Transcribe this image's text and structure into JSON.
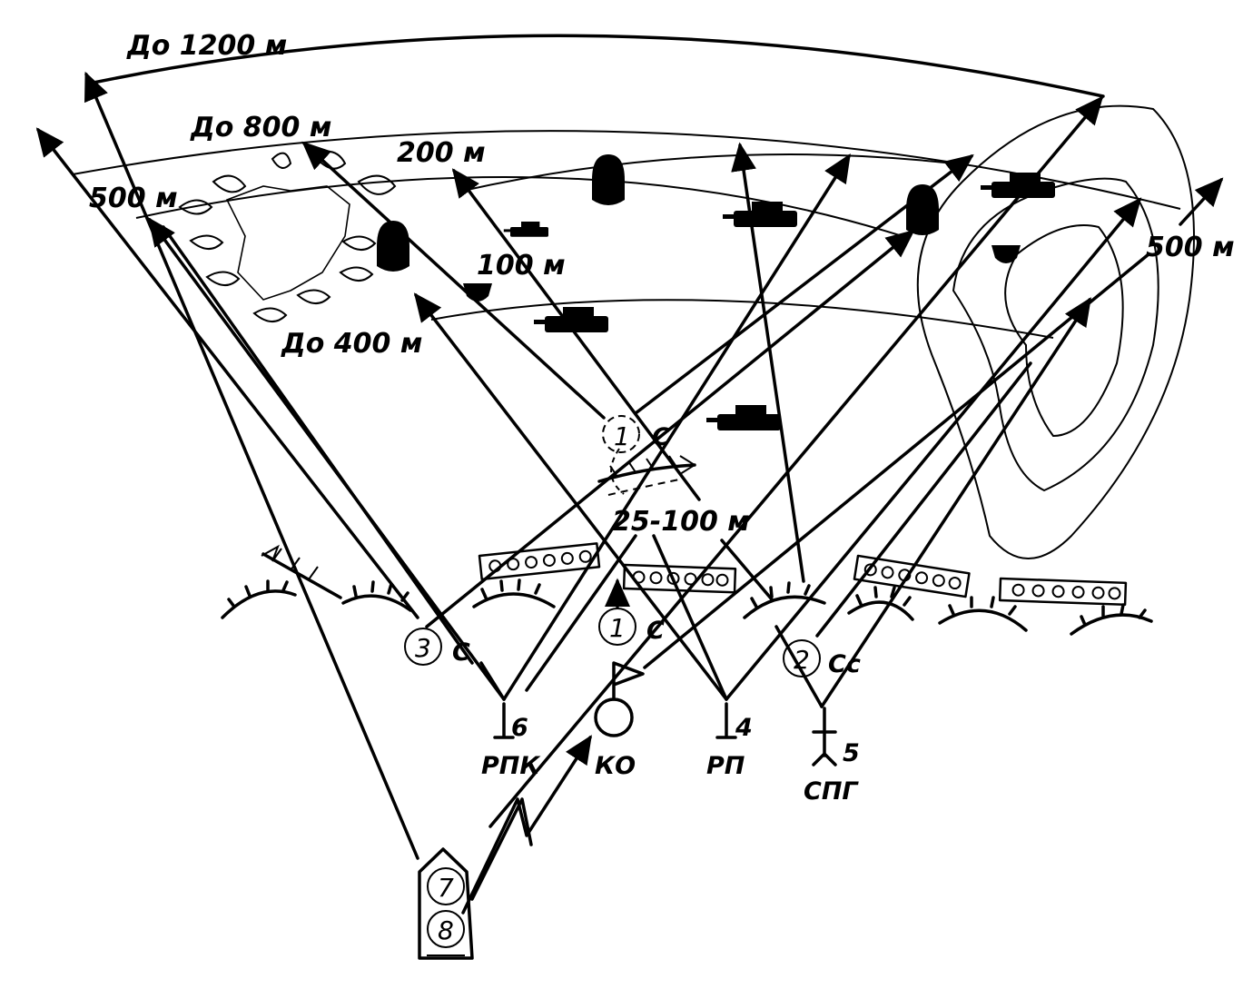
{
  "range_labels": {
    "r1200": "До 1200 м",
    "r800": "До 800 м",
    "r400": "До 400 м",
    "r500_left": "500 м",
    "r500_right": "500 м",
    "r200": "200 м",
    "r100": "100 м",
    "r25_100": "25-100 м"
  },
  "positions": {
    "p1_forward": {
      "num": "1",
      "tag": "С"
    },
    "p1": {
      "num": "1",
      "tag": "С"
    },
    "p3": {
      "num": "3",
      "tag": "С"
    },
    "p2": {
      "num": "2",
      "tag": "Сс"
    },
    "p7": {
      "num": "7"
    },
    "p8": {
      "num": "8"
    }
  },
  "soldiers": {
    "rpk": {
      "num": "6",
      "label": "РПК"
    },
    "ko": {
      "label": "КО"
    },
    "rp": {
      "num": "4",
      "label": "РП"
    },
    "spg": {
      "num": "5",
      "label": "СПГ"
    }
  }
}
